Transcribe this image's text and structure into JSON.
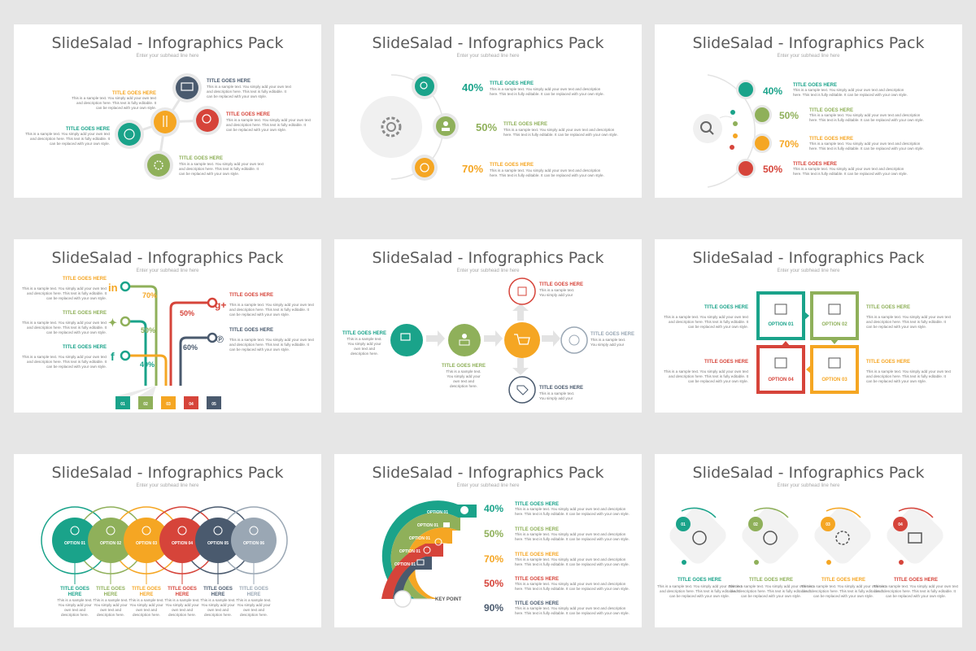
{
  "colors": {
    "teal": "#1aa38a",
    "green": "#8fb05a",
    "orange": "#f5a623",
    "red": "#d6443a",
    "navy": "#4a5a6e",
    "grey": "#9aa7b4"
  },
  "slide_title": "SlideSalad - Infographics Pack",
  "slide_subtitle": "Enter your subhead line here",
  "heading": "TITLE GOES HERE",
  "heading_split": [
    "TITLE GOES",
    "HERE"
  ],
  "sample_text": [
    "This is a sample text. You simply add your own text",
    "and description here. This text is fully editable. It",
    "can be replaced with your own style."
  ],
  "sample_text_short": [
    "This is a sample text.",
    "You simply add your",
    "own text and",
    "description here."
  ],
  "sample_text_wide": [
    "This is a sample text. You simply add your own text and description",
    "here. This text is fully editable. It can be replaced with your own style."
  ],
  "percents": [
    "40%",
    "50%",
    "70%",
    "50%",
    "90%",
    "60%"
  ],
  "options": [
    "OPTION 01",
    "OPTION 02",
    "OPTION 03",
    "OPTION 04",
    "OPTION 05",
    "OPTION 06"
  ],
  "numbers": [
    "01",
    "02",
    "03",
    "04",
    "05"
  ],
  "key_point": "KEY POINT",
  "icons": [
    "laptop-icon",
    "magnifier-icon",
    "head-gear-icon",
    "gear-icon",
    "person-icon",
    "clock-icon",
    "pie-chart-icon",
    "book-icon",
    "globe-icon",
    "bell-icon",
    "linkedin-icon",
    "twitter-icon",
    "facebook-icon",
    "google-plus-icon",
    "pinterest-icon",
    "chat-icon",
    "cart-icon",
    "tag-icon",
    "browser-icon",
    "eye-icon",
    "shield-icon",
    "key-icon",
    "dollar-icon",
    "rocket-icon",
    "pen-icon"
  ]
}
